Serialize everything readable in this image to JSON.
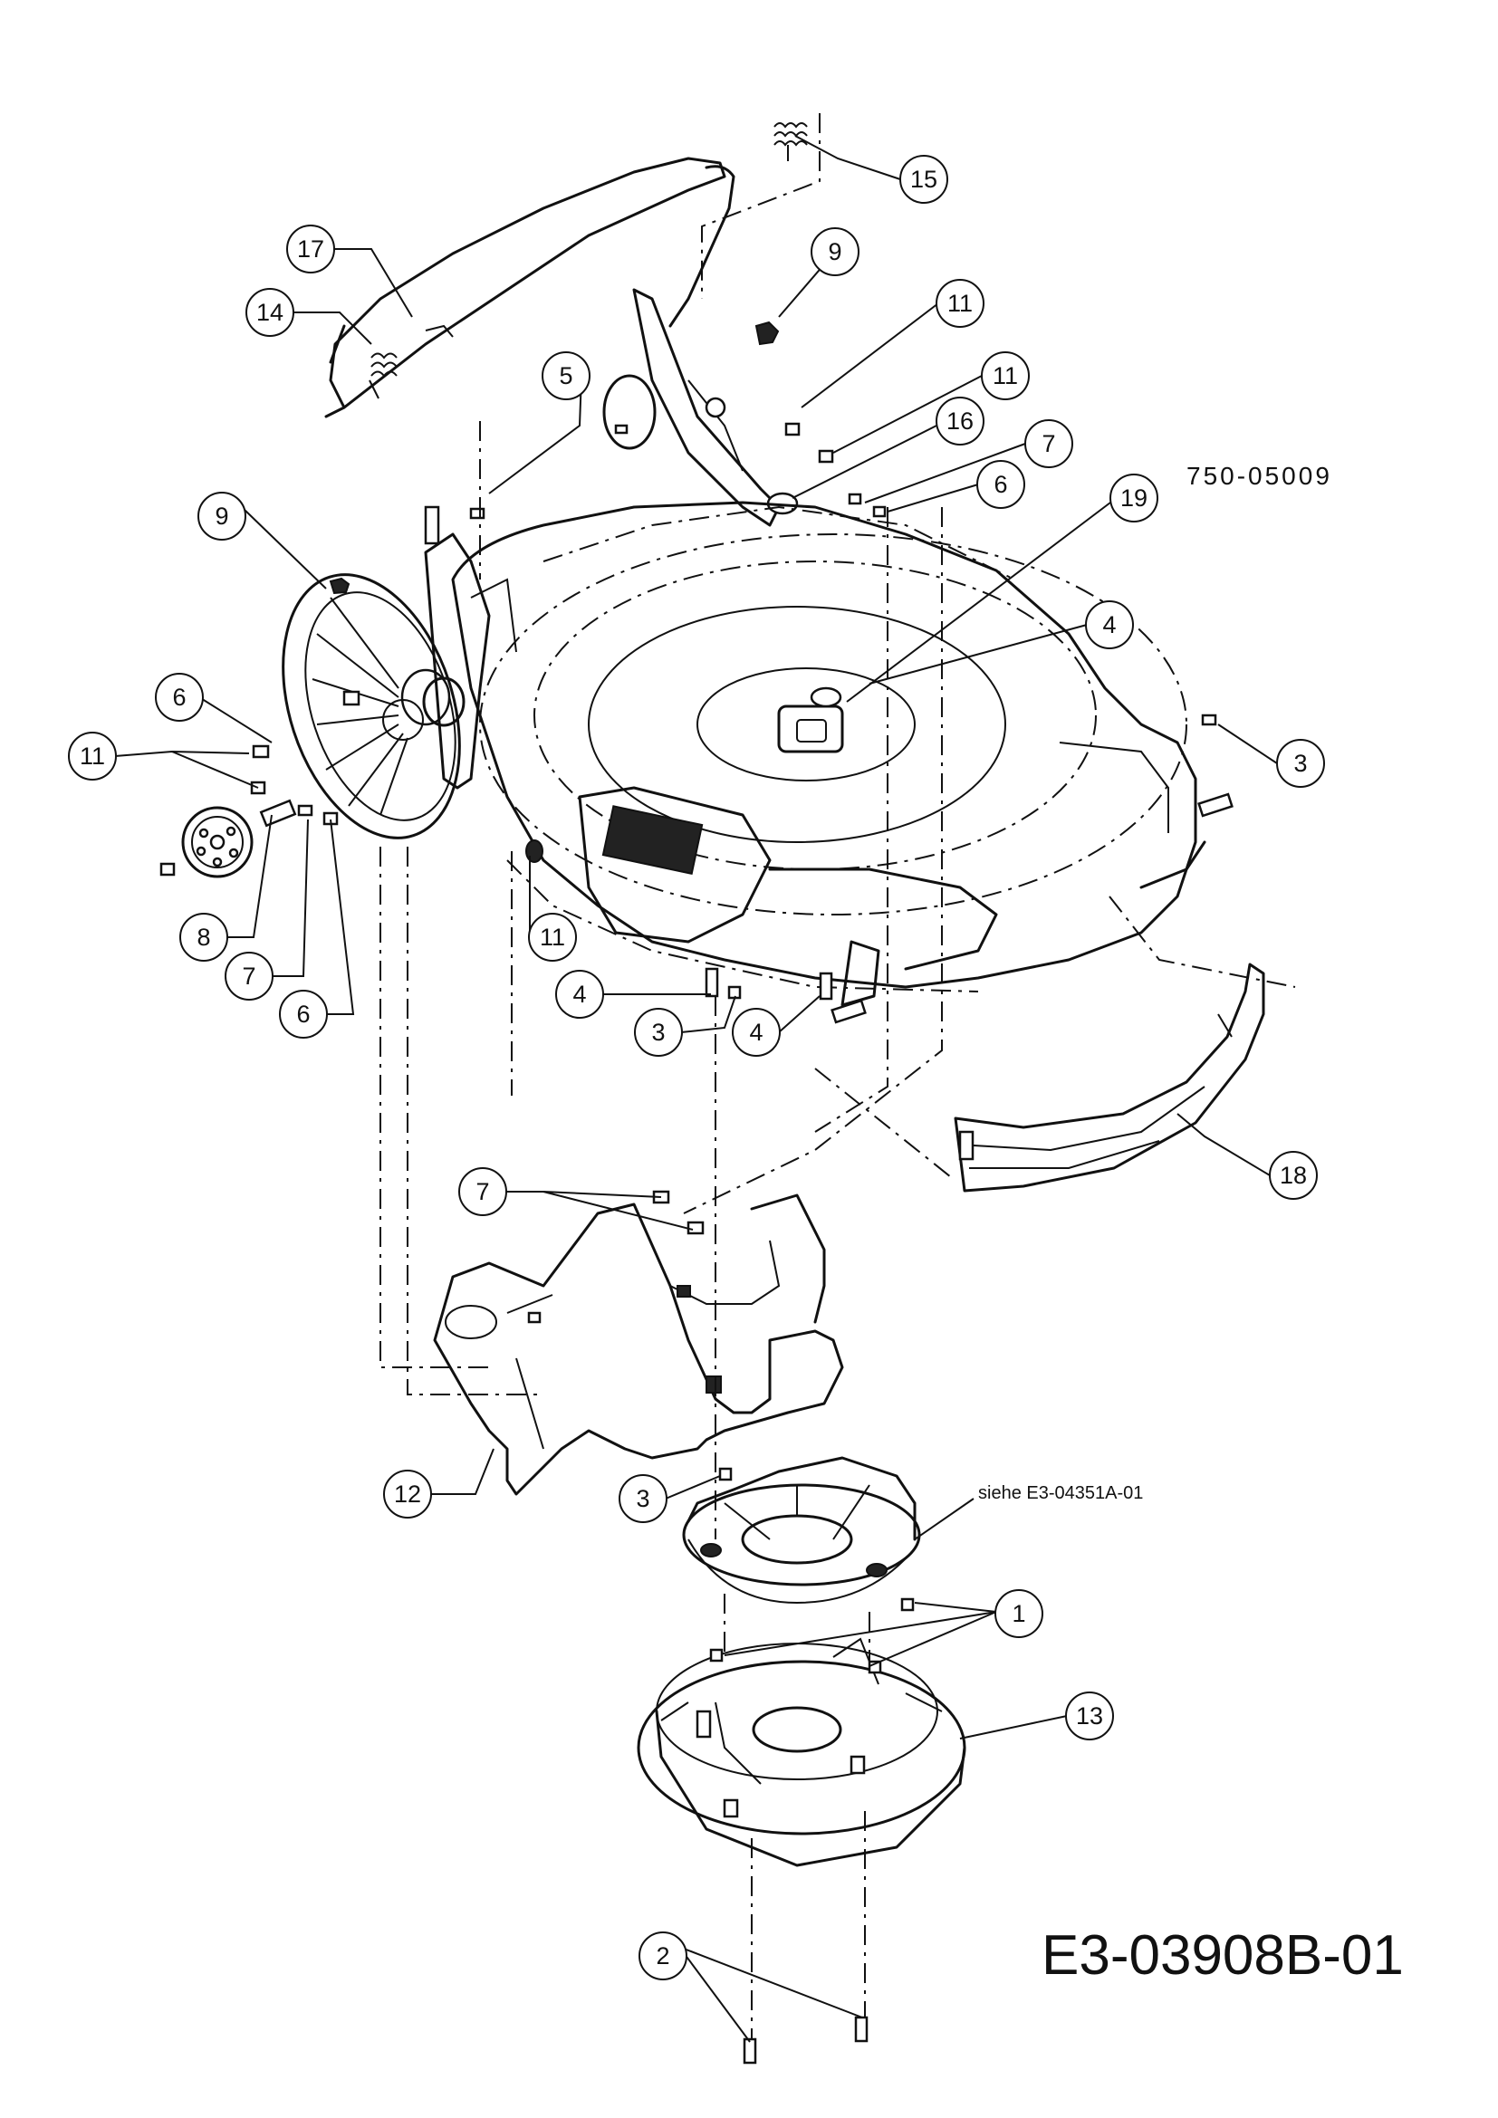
{
  "part_number": "750-05009",
  "reference_note": "siehe E3-04351A-01",
  "drawing_id": "E3-03908B-01",
  "callouts": [
    {
      "id": "15",
      "label": "15"
    },
    {
      "id": "17",
      "label": "17"
    },
    {
      "id": "14",
      "label": "14"
    },
    {
      "id": "9a",
      "label": "9"
    },
    {
      "id": "11a",
      "label": "11"
    },
    {
      "id": "11b",
      "label": "11"
    },
    {
      "id": "5",
      "label": "5"
    },
    {
      "id": "16",
      "label": "16"
    },
    {
      "id": "7a",
      "label": "7"
    },
    {
      "id": "6a",
      "label": "6"
    },
    {
      "id": "19",
      "label": "19"
    },
    {
      "id": "9b",
      "label": "9"
    },
    {
      "id": "4a",
      "label": "4"
    },
    {
      "id": "6b",
      "label": "6"
    },
    {
      "id": "11c",
      "label": "11"
    },
    {
      "id": "3a",
      "label": "3"
    },
    {
      "id": "8",
      "label": "8"
    },
    {
      "id": "11d",
      "label": "11"
    },
    {
      "id": "7b",
      "label": "7"
    },
    {
      "id": "6c",
      "label": "6"
    },
    {
      "id": "4b",
      "label": "4"
    },
    {
      "id": "3b",
      "label": "3"
    },
    {
      "id": "4c",
      "label": "4"
    },
    {
      "id": "18",
      "label": "18"
    },
    {
      "id": "7c",
      "label": "7"
    },
    {
      "id": "12",
      "label": "12"
    },
    {
      "id": "3c",
      "label": "3"
    },
    {
      "id": "1",
      "label": "1"
    },
    {
      "id": "13",
      "label": "13"
    },
    {
      "id": "2",
      "label": "2"
    }
  ]
}
